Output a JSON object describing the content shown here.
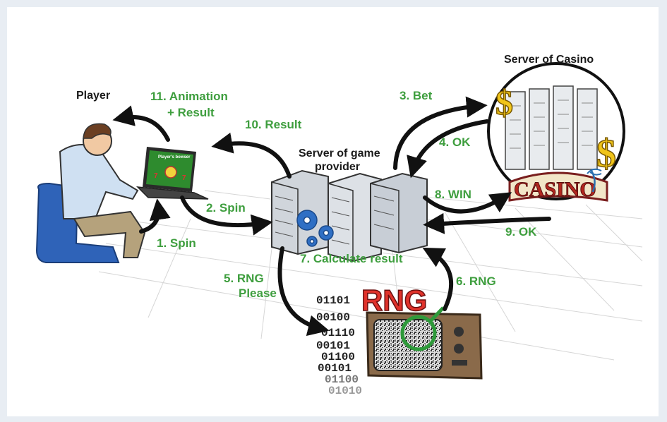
{
  "nodes": {
    "player": "Player",
    "browser": "Player's bowser",
    "provider_line1": "Server of game",
    "provider_line2": "provider",
    "casino_server": "Server of Casino",
    "casino_sign": "CASINO",
    "rng_sign": "RNG",
    "binary": [
      "01101",
      "00100",
      "01110",
      "00101",
      "01100",
      "00101",
      "01100",
      "01010"
    ]
  },
  "steps": {
    "s1": "1. Spin",
    "s2": "2. Spin",
    "s3": "3. Bet",
    "s4": "4. OK",
    "s5a": "5. RNG",
    "s5b": "Please",
    "s6": "6. RNG",
    "s7": "7. Calculate result",
    "s8": "8. WIN",
    "s9": "9. OK",
    "s10": "10. Result",
    "s11a": "11. Animation",
    "s11b": "+ Result"
  },
  "colors": {
    "label_green": "#3e9e3e",
    "arrow": "#111111",
    "chair": "#2f63b8",
    "rng_red": "#e0322b",
    "gear_blue": "#2f6fc4",
    "dollar_gold": "#f0c419"
  }
}
